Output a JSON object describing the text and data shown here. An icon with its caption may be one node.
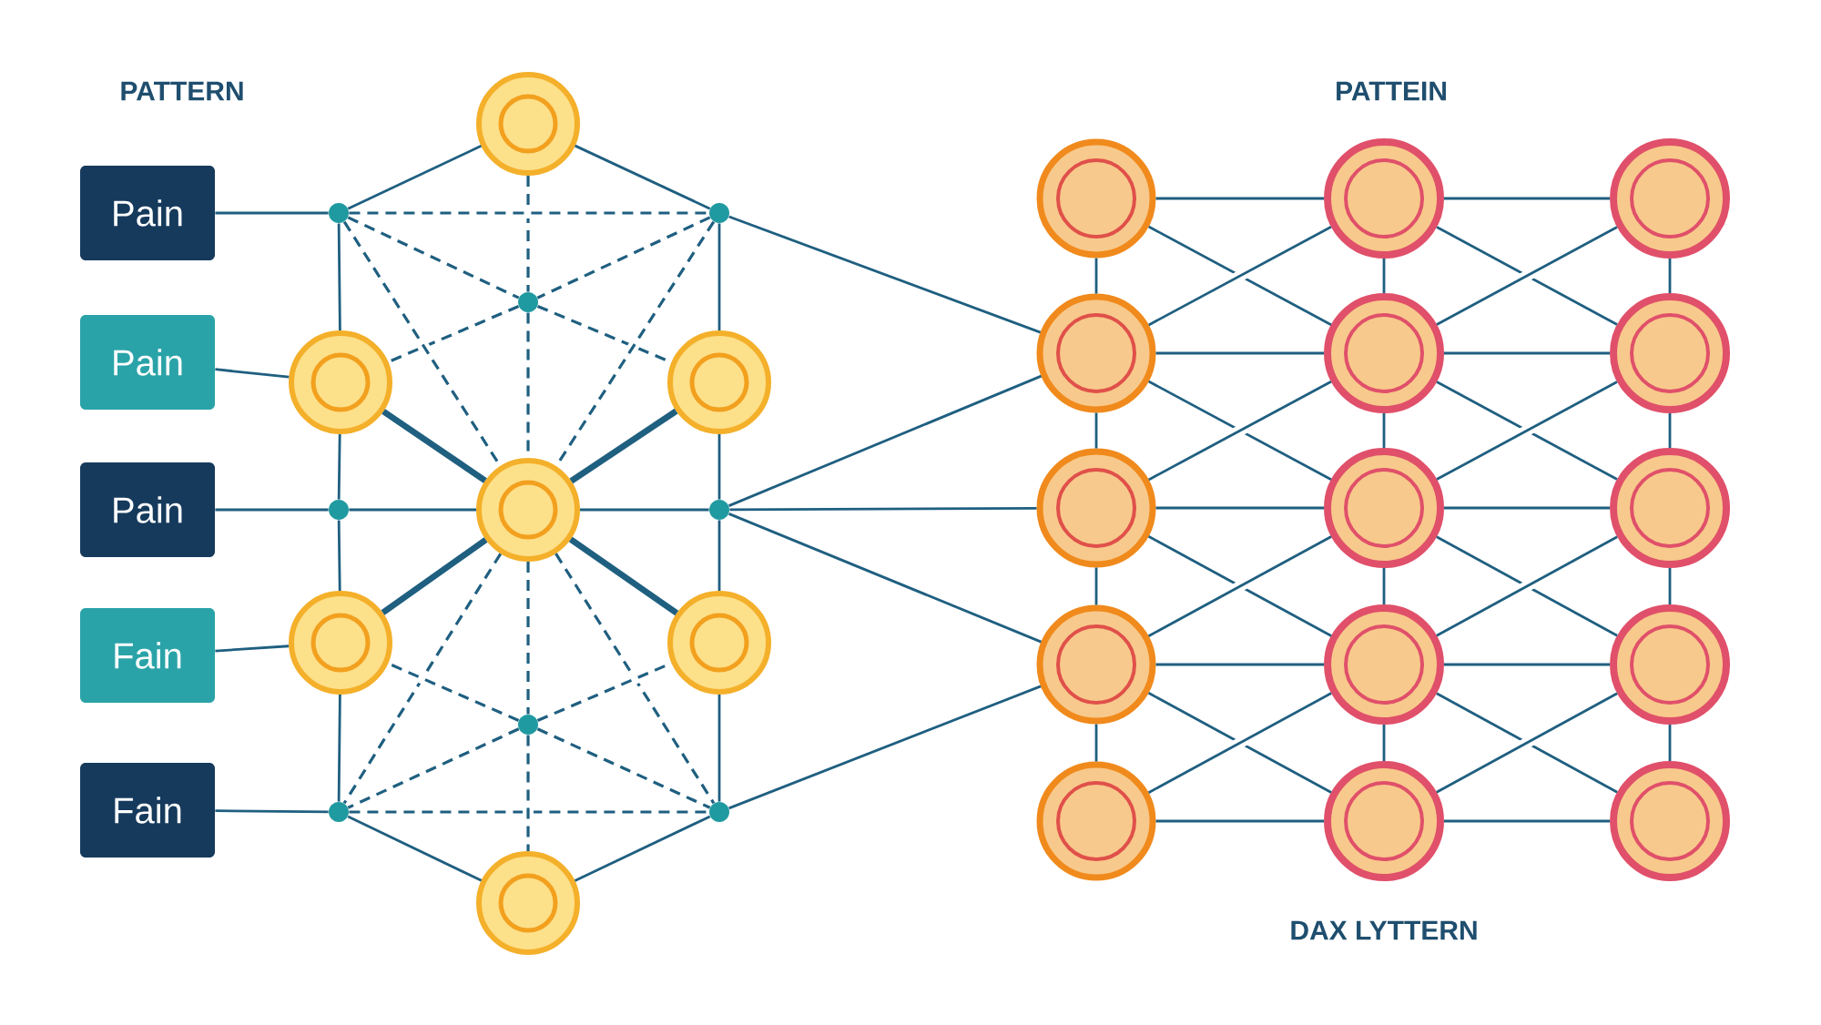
{
  "diagram": {
    "nodes": [
      {
        "text": [
          "Pain"
        ]
      },
      {
        "text": [
          "Pain"
        ]
      },
      {
        "text": [
          "Pain"
        ]
      },
      {
        "text": [
          "Fain"
        ]
      },
      {
        "text": [
          "Fain"
        ]
      },
      {
        "text": [],
        "shape": "circle"
      },
      {
        "text": [],
        "shape": "circle"
      },
      {
        "text": [],
        "shape": "circle"
      },
      {
        "text": [],
        "shape": "circle"
      },
      {
        "text": [],
        "shape": "circle"
      },
      {
        "text": [],
        "shape": "circle"
      },
      {
        "text": [],
        "shape": "circle"
      },
      {
        "text": [],
        "shape": "circle"
      },
      {
        "text": [],
        "shape": "circle"
      },
      {
        "text": [],
        "shape": "circle"
      },
      {
        "text": [],
        "shape": "circle"
      },
      {
        "text": [],
        "shape": "circle"
      },
      {
        "text": [],
        "shape": "circle"
      },
      {
        "text": [],
        "shape": "circle"
      },
      {
        "text": [],
        "shape": "circle"
      },
      {
        "text": [],
        "shape": "circle"
      },
      {
        "text": [],
        "shape": "circle"
      },
      {
        "text": [],
        "shape": "circle"
      },
      {
        "text": [],
        "shape": "circle"
      },
      {
        "text": [],
        "shape": "circle"
      },
      {
        "text": [],
        "shape": "circle"
      },
      {
        "text": [],
        "shape": "circle"
      },
      {
        "text": [],
        "shape": "circle"
      },
      {
        "text": [],
        "shape": "circle"
      },
      {
        "text": [],
        "shape": "circle"
      },
      {
        "text": [],
        "shape": "circle"
      },
      {
        "text": [],
        "shape": "circle"
      },
      {
        "text": [],
        "shape": "circle"
      },
      {
        "text": [],
        "shape": "circle"
      },
      {
        "text": [],
        "shape": "circle"
      }
    ],
    "edges": [
      {
        "from": 0,
        "to": 6,
        "arrow": "none"
      },
      {
        "from": 1,
        "to": 9,
        "arrow": "none"
      },
      {
        "from": 2,
        "to": 11,
        "arrow": "none"
      },
      {
        "from": 3,
        "to": 14,
        "arrow": "none"
      },
      {
        "from": 4,
        "to": 17,
        "arrow": "none"
      },
      {
        "from": 5,
        "to": 6,
        "arrow": "none"
      },
      {
        "from": 5,
        "to": 7,
        "arrow": "none"
      },
      {
        "from": 5,
        "to": 8,
        "arrow": "none",
        "style": "dashed"
      },
      {
        "from": 6,
        "to": 7,
        "arrow": "none",
        "style": "dashed"
      },
      {
        "from": 6,
        "to": 8,
        "arrow": "none",
        "style": "dashed"
      },
      {
        "from": 7,
        "to": 8,
        "arrow": "none",
        "style": "dashed"
      },
      {
        "from": 6,
        "to": 9,
        "arrow": "none"
      },
      {
        "from": 9,
        "to": 11,
        "arrow": "none"
      },
      {
        "from": 11,
        "to": 14,
        "arrow": "none"
      },
      {
        "from": 14,
        "to": 17,
        "arrow": "none"
      },
      {
        "from": 7,
        "to": 10,
        "arrow": "none"
      },
      {
        "from": 10,
        "to": 13,
        "arrow": "none"
      },
      {
        "from": 13,
        "to": 15,
        "arrow": "none"
      },
      {
        "from": 15,
        "to": 18,
        "arrow": "none"
      },
      {
        "from": 8,
        "to": 9,
        "arrow": "none",
        "style": "dashed"
      },
      {
        "from": 8,
        "to": 10,
        "arrow": "none",
        "style": "dashed"
      },
      {
        "from": 8,
        "to": 12,
        "arrow": "none",
        "style": "dashed"
      },
      {
        "from": 6,
        "to": 12,
        "arrow": "none",
        "style": "dashed"
      },
      {
        "from": 7,
        "to": 12,
        "arrow": "none",
        "style": "dashed"
      },
      {
        "from": 9,
        "to": 12,
        "arrow": "none",
        "style": "thick"
      },
      {
        "from": 10,
        "to": 12,
        "arrow": "none",
        "style": "thick"
      },
      {
        "from": 14,
        "to": 12,
        "arrow": "none",
        "style": "thick"
      },
      {
        "from": 15,
        "to": 12,
        "arrow": "none",
        "style": "thick"
      },
      {
        "from": 11,
        "to": 12,
        "arrow": "none"
      },
      {
        "from": 12,
        "to": 13,
        "arrow": "none"
      },
      {
        "from": 12,
        "to": 16,
        "arrow": "none",
        "style": "dashed"
      },
      {
        "from": 12,
        "to": 17,
        "arrow": "none",
        "style": "dashed"
      },
      {
        "from": 12,
        "to": 18,
        "arrow": "none",
        "style": "dashed"
      },
      {
        "from": 16,
        "to": 14,
        "arrow": "none",
        "style": "dashed"
      },
      {
        "from": 16,
        "to": 15,
        "arrow": "none",
        "style": "dashed"
      },
      {
        "from": 16,
        "to": 17,
        "arrow": "none",
        "style": "dashed"
      },
      {
        "from": 16,
        "to": 18,
        "arrow": "none",
        "style": "dashed"
      },
      {
        "from": 17,
        "to": 18,
        "arrow": "none",
        "style": "dashed"
      },
      {
        "from": 16,
        "to": 19,
        "arrow": "none",
        "style": "dashed"
      },
      {
        "from": 17,
        "to": 19,
        "arrow": "none"
      },
      {
        "from": 18,
        "to": 19,
        "arrow": "none"
      },
      {
        "from": 7,
        "to": 23,
        "arrow": "none"
      },
      {
        "from": 13,
        "to": 23,
        "arrow": "none"
      },
      {
        "from": 13,
        "to": 26,
        "arrow": "none"
      },
      {
        "from": 13,
        "to": 29,
        "arrow": "none"
      },
      {
        "from": 18,
        "to": 29,
        "arrow": "none"
      },
      {
        "from": 20,
        "to": 21,
        "arrow": "none"
      },
      {
        "from": 21,
        "to": 22,
        "arrow": "none"
      },
      {
        "from": 23,
        "to": 24,
        "arrow": "none"
      },
      {
        "from": 24,
        "to": 25,
        "arrow": "none"
      },
      {
        "from": 26,
        "to": 27,
        "arrow": "none"
      },
      {
        "from": 27,
        "to": 28,
        "arrow": "none"
      },
      {
        "from": 29,
        "to": 30,
        "arrow": "none"
      },
      {
        "from": 30,
        "to": 31,
        "arrow": "none"
      },
      {
        "from": 32,
        "to": 33,
        "arrow": "none"
      },
      {
        "from": 33,
        "to": 34,
        "arrow": "none"
      },
      {
        "from": 20,
        "to": 23,
        "arrow": "none"
      },
      {
        "from": 23,
        "to": 26,
        "arrow": "none"
      },
      {
        "from": 26,
        "to": 29,
        "arrow": "none"
      },
      {
        "from": 29,
        "to": 32,
        "arrow": "none"
      },
      {
        "from": 21,
        "to": 24,
        "arrow": "none"
      },
      {
        "from": 24,
        "to": 27,
        "arrow": "none"
      },
      {
        "from": 27,
        "to": 30,
        "arrow": "none"
      },
      {
        "from": 30,
        "to": 33,
        "arrow": "none"
      },
      {
        "from": 22,
        "to": 25,
        "arrow": "none"
      },
      {
        "from": 25,
        "to": 28,
        "arrow": "none"
      },
      {
        "from": 28,
        "to": 31,
        "arrow": "none"
      },
      {
        "from": 31,
        "to": 34,
        "arrow": "none"
      },
      {
        "from": 20,
        "to": 24,
        "arrow": "none"
      },
      {
        "from": 21,
        "to": 23,
        "arrow": "none"
      },
      {
        "from": 21,
        "to": 25,
        "arrow": "none"
      },
      {
        "from": 22,
        "to": 24,
        "arrow": "none"
      },
      {
        "from": 23,
        "to": 27,
        "arrow": "none"
      },
      {
        "from": 24,
        "to": 26,
        "arrow": "none"
      },
      {
        "from": 24,
        "to": 28,
        "arrow": "none"
      },
      {
        "from": 25,
        "to": 27,
        "arrow": "none"
      },
      {
        "from": 26,
        "to": 30,
        "arrow": "none"
      },
      {
        "from": 27,
        "to": 29,
        "arrow": "none"
      },
      {
        "from": 27,
        "to": 31,
        "arrow": "none"
      },
      {
        "from": 28,
        "to": 30,
        "arrow": "none"
      },
      {
        "from": 29,
        "to": 33,
        "arrow": "none"
      },
      {
        "from": 30,
        "to": 32,
        "arrow": "none"
      },
      {
        "from": 30,
        "to": 34,
        "arrow": "none"
      },
      {
        "from": 31,
        "to": 33,
        "arrow": "none"
      }
    ],
    "labels": [
      "PATTERN",
      "PATTEIN",
      "DAX LYTTERN"
    ]
  }
}
